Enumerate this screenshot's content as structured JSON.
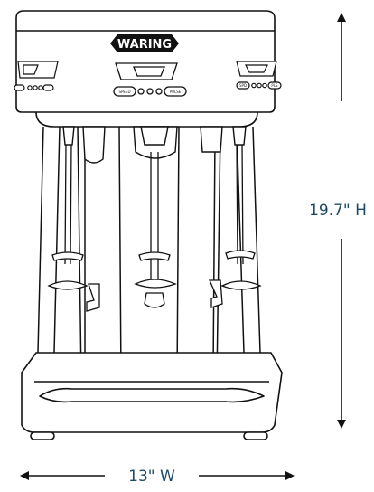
{
  "brand": {
    "logo_text": "WARING"
  },
  "panel": {
    "center_left_button": "SPEED",
    "center_right_button": "PULSE",
    "left_left_button": "",
    "left_right_button": "",
    "right_left_button": "SPD",
    "right_right_button": "PLS"
  },
  "dimensions": {
    "height_label": "19.7\" H",
    "width_label": "13\" W"
  },
  "colors": {
    "dimension_text": "#1f4a66",
    "line": "#111111",
    "body_fill": "#ffffff"
  },
  "icons": [
    "vertical-dimension-arrow",
    "horizontal-dimension-arrow"
  ]
}
